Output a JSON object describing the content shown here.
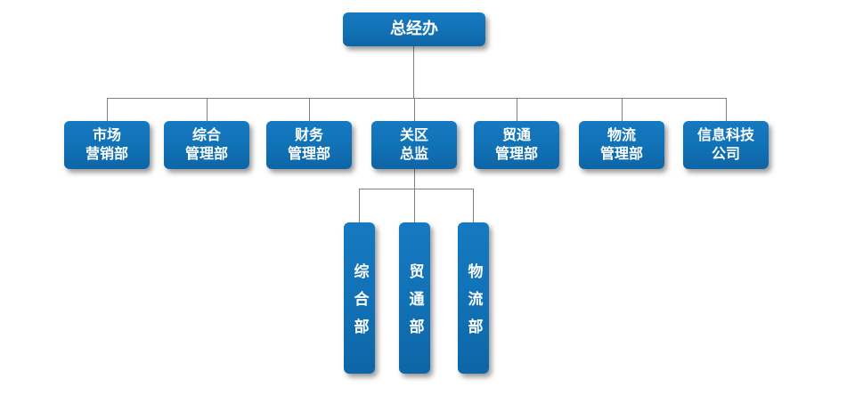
{
  "org": {
    "root": {
      "label": "总经办"
    },
    "level2": [
      {
        "line1": "市场",
        "line2": "营销部"
      },
      {
        "line1": "综合",
        "line2": "管理部"
      },
      {
        "line1": "财务",
        "line2": "管理部"
      },
      {
        "line1": "关区",
        "line2": "总监"
      },
      {
        "line1": "贸通",
        "line2": "管理部"
      },
      {
        "line1": "物流",
        "line2": "管理部"
      },
      {
        "line1": "信息科技",
        "line2": "公司"
      }
    ],
    "level3": [
      {
        "label": "综合部"
      },
      {
        "label": "贸通部"
      },
      {
        "label": "物流部"
      }
    ]
  },
  "colors": {
    "box-blue": "#1171b5",
    "box-text": "#ffffff",
    "line-gray": "#808080",
    "background": "#ffffff"
  }
}
